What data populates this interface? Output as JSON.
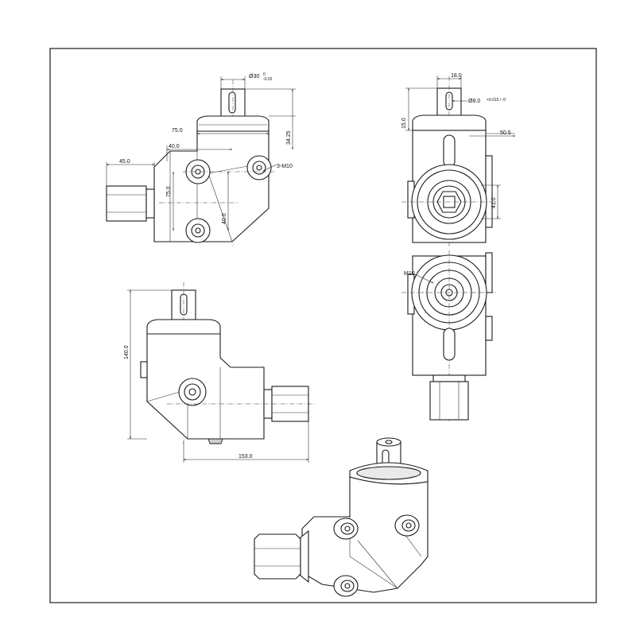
{
  "dimensions": {
    "front_shaft_diameter": "Ø30",
    "front_shaft_tolerance_upper": "0",
    "front_shaft_tolerance_lower": "-0.02",
    "front_width_75": "75.0",
    "front_width_40": "40.0",
    "front_height_34": "34.25",
    "front_left_45": "45.0",
    "front_height_75": "75.0",
    "front_height_40": "40.0",
    "thread_callout": "3-M10",
    "side_width_18": "18.0",
    "side_bore_diameter": "Ø8.0",
    "side_bore_tolerance": "+0.015 / -0",
    "side_height_15": "15.0",
    "side_offset_50": "50.5",
    "side_height_41": "41.0",
    "bottom_thread": "M10",
    "height_140": "140.0",
    "length_153": "153.0"
  }
}
